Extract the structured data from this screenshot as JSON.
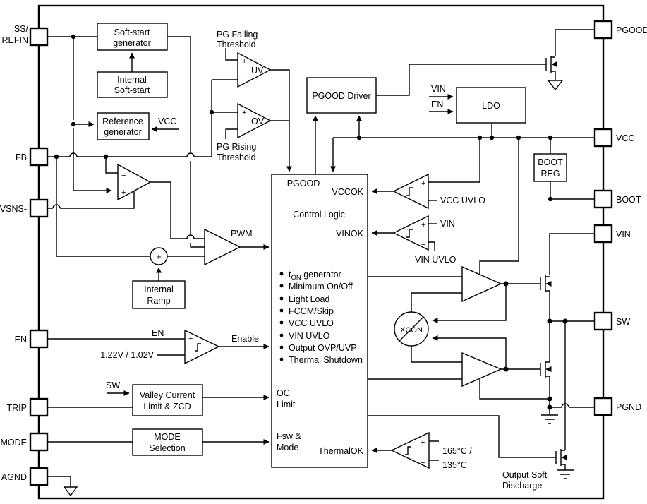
{
  "pins_left": {
    "ss_refin": [
      "SS/",
      "REFIN"
    ],
    "fb": "FB",
    "vsns": "VSNS-",
    "en": "EN",
    "trip": "TRIP",
    "mode": "MODE",
    "agnd": "AGND"
  },
  "pins_right": {
    "pgood": "PGOOD",
    "vcc": "VCC",
    "boot": "BOOT",
    "vin": "VIN",
    "sw": "SW",
    "pgnd": "PGND"
  },
  "blocks": {
    "soft_start_gen": [
      "Soft-start",
      "generator"
    ],
    "internal_ss": [
      "Internal",
      "Soft-start"
    ],
    "ref_gen": [
      "Reference",
      "generator"
    ],
    "pgood_driver": "PGOOD Driver",
    "ldo": "LDO",
    "boot_reg": [
      "BOOT",
      "REG"
    ],
    "internal_ramp": [
      "Internal",
      "Ramp"
    ],
    "valley": [
      "Valley Current",
      "Limit & ZCD"
    ],
    "mode_sel": [
      "MODE",
      "Selection"
    ]
  },
  "labels": {
    "pg_falling": [
      "PG Falling",
      "Threshold"
    ],
    "pg_rising": [
      "PG Rising",
      "Threshold"
    ],
    "uv": "UV",
    "ov": "OV",
    "vcc_ref": "VCC",
    "ldo_vin": "VIN",
    "ldo_en": "EN",
    "pwm": "PWM",
    "en_wire": "EN",
    "en_ref": "1.22V / 1.02V",
    "enable": "Enable",
    "sw_sense": "SW",
    "vcc_uvlo": "VCC UVLO",
    "vin_plus": "VIN",
    "vin_uvlo": "VIN UVLO",
    "temp_hi": "165°C /",
    "temp_lo": "135°C",
    "xcon": "XCON",
    "discharge": [
      "Output Soft",
      "Discharge"
    ],
    "plus": "+",
    "minus": "−",
    "sum_plus": "+"
  },
  "control_logic": {
    "corner": "PGOOD",
    "vccok": "VCCOK",
    "title": "Control Logic",
    "vinok": "VINOK",
    "t_on": {
      "pre": "t",
      "sub": "ON",
      "post": " generator"
    },
    "bullets": [
      "Minimum On/Off",
      "Light Load",
      "FCCM/Skip",
      "VCC UVLO",
      "VIN UVLO",
      "Output OVP/UVP",
      "Thermal Shutdown"
    ],
    "oc": [
      "OC",
      "Limit"
    ],
    "fsw": [
      "Fsw &",
      "Mode"
    ],
    "thermalok": "ThermalOK"
  }
}
